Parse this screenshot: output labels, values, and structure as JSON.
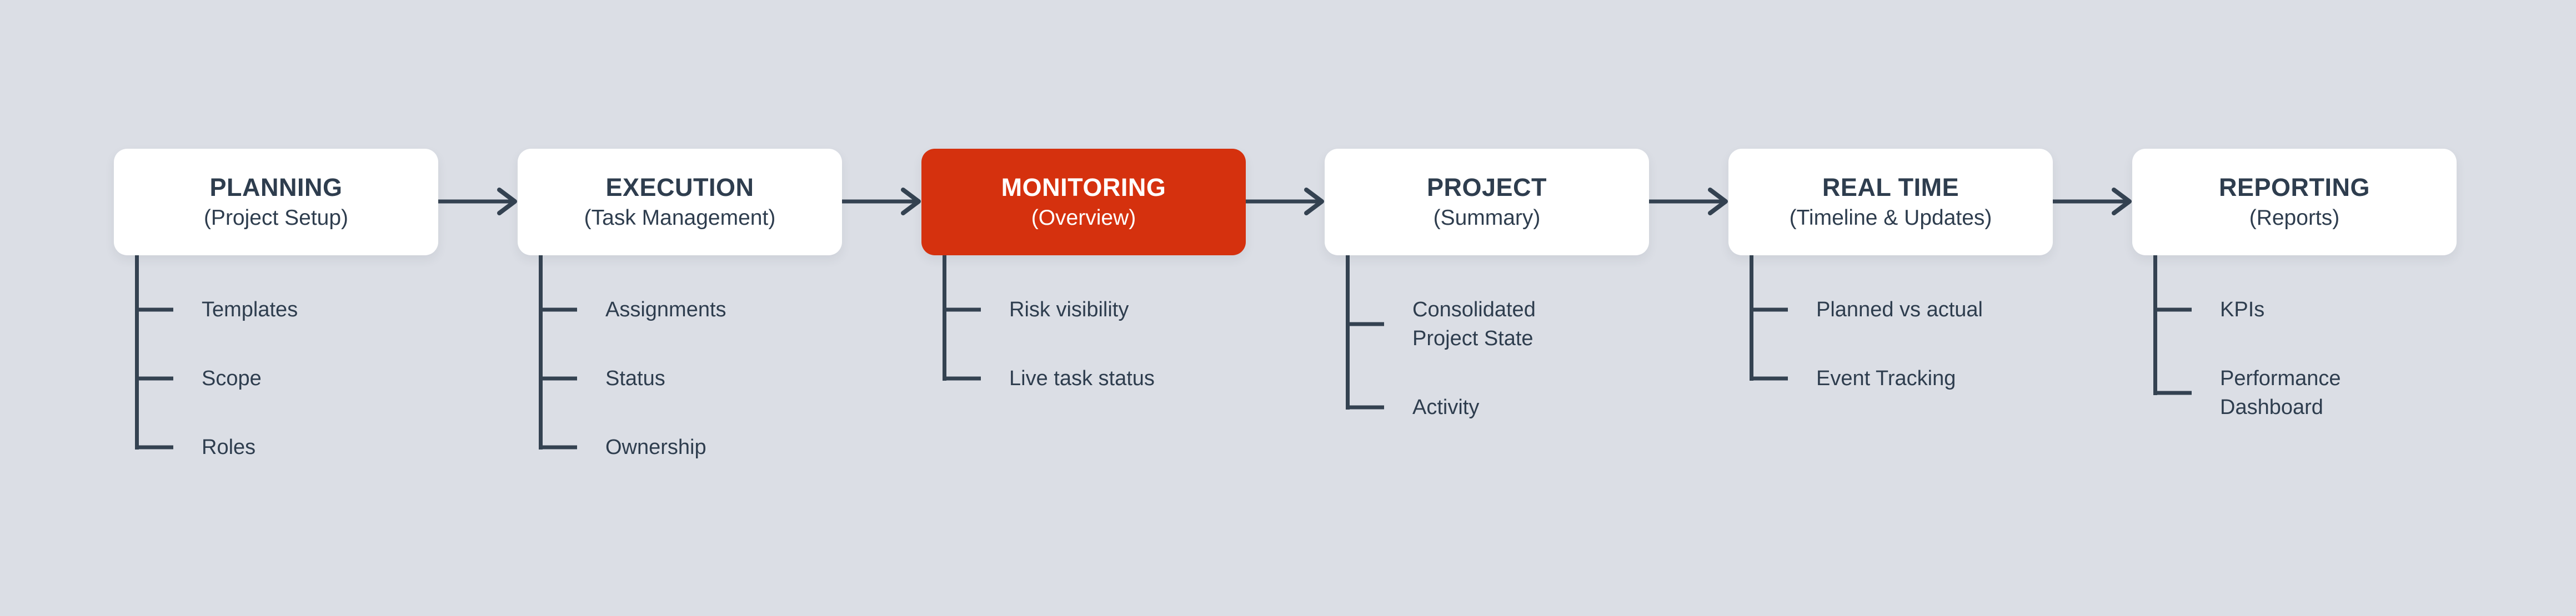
{
  "diagram_title": "",
  "colors": {
    "background": "#dbdee5",
    "line": "#344251",
    "text": "#2e3d4e",
    "box_bg": "#ffffff",
    "highlight_bg": "#d5310e",
    "highlight_text": "#ffffff"
  },
  "stages": [
    {
      "id": "planning",
      "title": "PLANNING",
      "subtitle": "(Project Setup)",
      "highlighted": false,
      "items": [
        "Templates",
        "Scope",
        "Roles"
      ]
    },
    {
      "id": "execution",
      "title": "EXECUTION",
      "subtitle": "(Task Management)",
      "highlighted": false,
      "items": [
        "Assignments",
        "Status",
        "Ownership"
      ]
    },
    {
      "id": "monitoring",
      "title": "MONITORING",
      "subtitle": "(Overview)",
      "highlighted": true,
      "items": [
        "Risk visibility",
        "Live task status"
      ]
    },
    {
      "id": "project",
      "title": "PROJECT",
      "subtitle": "(Summary)",
      "highlighted": false,
      "items": [
        "Consolidated Project State",
        "Activity"
      ]
    },
    {
      "id": "real-time",
      "title": "REAL TIME",
      "subtitle": "(Timeline & Updates)",
      "highlighted": false,
      "items": [
        "Planned vs actual",
        "Event Tracking"
      ]
    },
    {
      "id": "reporting",
      "title": "REPORTING",
      "subtitle": "(Reports)",
      "highlighted": false,
      "items": [
        "KPIs",
        "Performance Dashboard"
      ]
    }
  ]
}
